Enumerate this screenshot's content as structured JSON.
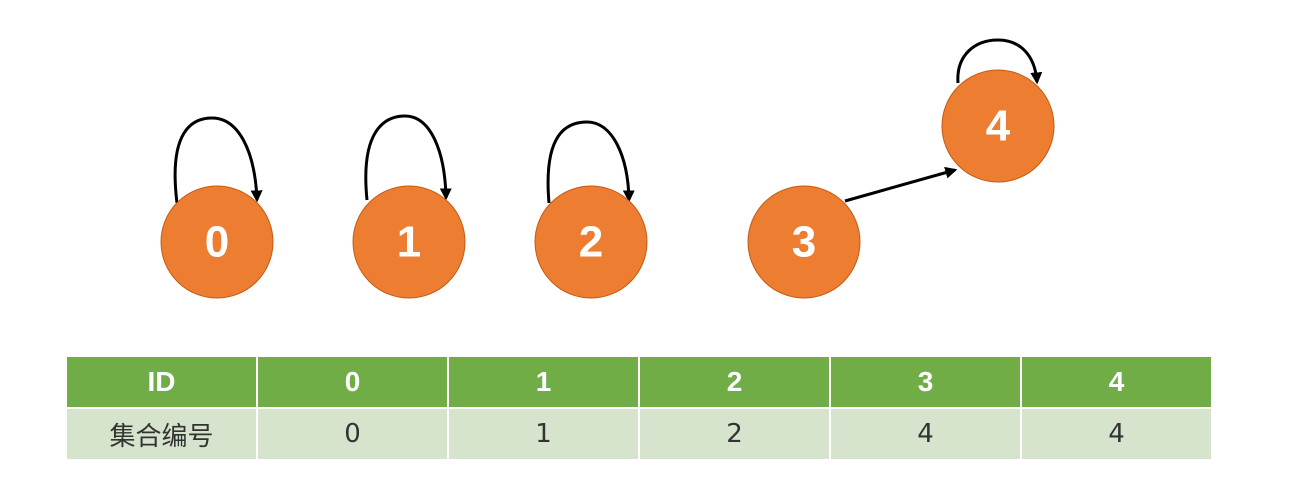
{
  "nodes": [
    {
      "id": "0",
      "label": "0",
      "parent": "0"
    },
    {
      "id": "1",
      "label": "1",
      "parent": "1"
    },
    {
      "id": "2",
      "label": "2",
      "parent": "2"
    },
    {
      "id": "3",
      "label": "3",
      "parent": "4"
    },
    {
      "id": "4",
      "label": "4",
      "parent": "4"
    }
  ],
  "edges": [
    {
      "from": "0",
      "to": "0",
      "kind": "self-loop"
    },
    {
      "from": "1",
      "to": "1",
      "kind": "self-loop"
    },
    {
      "from": "2",
      "to": "2",
      "kind": "self-loop"
    },
    {
      "from": "3",
      "to": "4",
      "kind": "directed"
    },
    {
      "from": "4",
      "to": "4",
      "kind": "self-loop"
    }
  ],
  "colors": {
    "node_fill": "#ED7D31",
    "node_text": "#FFFFFF",
    "edge": "#000000",
    "table_header": "#70AD47",
    "table_body": "#D6E4CD"
  },
  "table": {
    "header": [
      "ID",
      "0",
      "1",
      "2",
      "3",
      "4"
    ],
    "row": [
      "集合编号",
      "0",
      "1",
      "2",
      "4",
      "4"
    ]
  }
}
